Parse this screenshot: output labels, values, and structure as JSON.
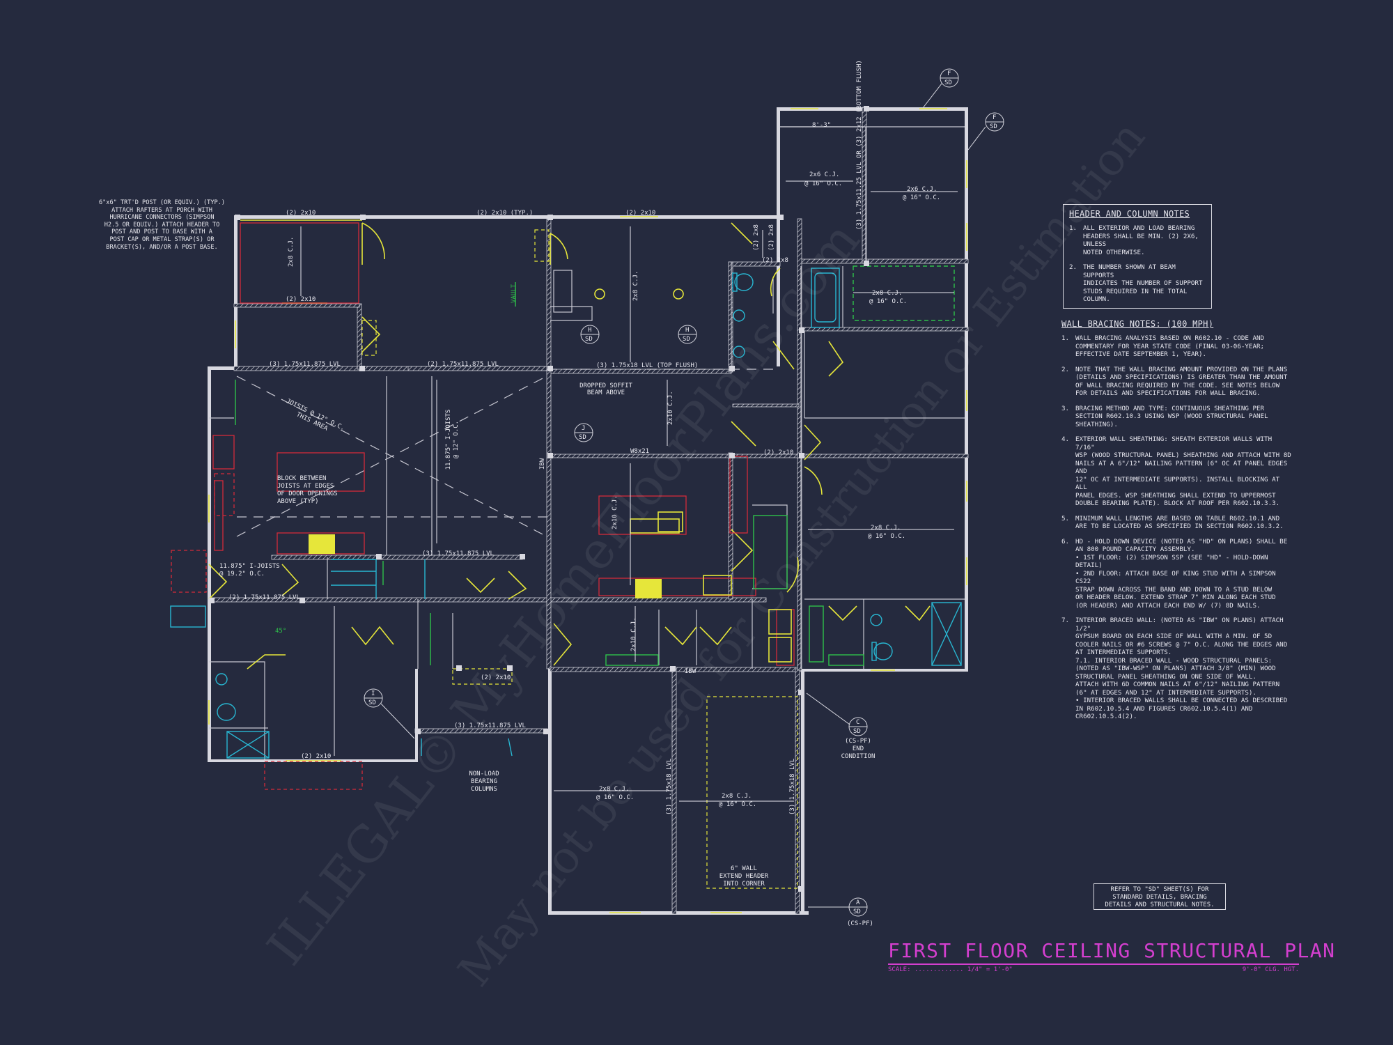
{
  "title": "FIRST FLOOR CEILING STRUCTURAL PLAN",
  "scale_label": "SCALE:",
  "scale_value": "1/4\" = 1'-0\"",
  "ceiling_height": "9'-0\" CLG. HGT.",
  "watermark": {
    "line1": "ILLEGAL© MyHomeFloorPlans.com",
    "line2": "May not be used for Construction or Estimation"
  },
  "header_notes": {
    "heading": "HEADER AND COLUMN NOTES",
    "items": [
      {
        "num": "1.",
        "text": "ALL EXTERIOR AND LOAD BEARING\nHEADERS SHALL BE MIN. (2) 2x6, UNLESS\nNOTED OTHERWISE."
      },
      {
        "num": "2.",
        "text": "THE NUMBER SHOWN AT BEAM SUPPORTS\nINDICATES THE NUMBER OF SUPPORT\nSTUDS REQUIRED IN THE TOTAL COLUMN."
      }
    ]
  },
  "bracing_notes": {
    "heading": "WALL BRACING NOTES: (100 MPH)",
    "items": [
      {
        "num": "1.",
        "text": "WALL BRACING ANALYSIS BASED ON R602.10 - CODE AND\nCOMMENTARY FOR YEAR STATE CODE (FINAL 03-06-YEAR;\nEFFECTIVE DATE SEPTEMBER 1, YEAR)."
      },
      {
        "num": "2.",
        "text": "NOTE THAT THE WALL BRACING AMOUNT PROVIDED ON THE PLANS\n(DETAILS AND SPECIFICATIONS) IS GREATER THAN THE AMOUNT\nOF WALL BRACING REQUIRED BY THE CODE. SEE NOTES BELOW\nFOR DETAILS AND SPECIFICATIONS FOR WALL BRACING."
      },
      {
        "num": "3.",
        "text": "BRACING METHOD AND TYPE: CONTINUOUS SHEATHING PER\nSECTION R602.10.3 USING WSP (WOOD STRUCTURAL PANEL\nSHEATHING)."
      },
      {
        "num": "4.",
        "text": "EXTERIOR WALL SHEATHING: SHEATH EXTERIOR WALLS WITH 7/16\"\nWSP (WOOD STRUCTURAL PANEL) SHEATHING AND ATTACH WITH 8d\nNAILS AT A 6\"/12\" NAILING PATTERN (6\" OC AT PANEL EDGES AND\n12\" OC AT INTERMEDIATE SUPPORTS). INSTALL BLOCKING AT ALL\nPANEL EDGES. WSP SHEATHING SHALL EXTEND TO UPPERMOST\nDOUBLE BEARING PLATE). BLOCK AT ROOF PER R602.10.3.3."
      },
      {
        "num": "5.",
        "text": "MINIMUM WALL LENGTHS ARE BASED ON TABLE R602.10.1 AND\nARE TO BE LOCATED AS SPECIFIED IN SECTION R602.10.3.2."
      },
      {
        "num": "6.",
        "text": "HD - HOLD DOWN DEVICE (NOTED AS \"HD\" ON PLANS) SHALL BE\nAN 800 POUND CAPACITY ASSEMBLY.\n• 1ST FLOOR: (2) SIMPSON SSP (SEE \"HD\" - HOLD-DOWN DETAIL)\n• 2ND FLOOR: ATTACH BASE OF KING STUD WITH A SIMPSON CS22\nSTRAP DOWN ACROSS THE BAND AND DOWN TO A STUD BELOW\nOR HEADER BELOW. EXTEND STRAP 7\" MIN ALONG EACH STUD\n(OR HEADER) AND ATTACH EACH END W/ (7) 8d NAILS."
      },
      {
        "num": "7.",
        "text": "INTERIOR BRACED WALL: (NOTED AS \"IBW\" ON PLANS) ATTACH 1/2\"\nGYPSUM BOARD ON EACH SIDE OF WALL WITH A MIN. OF 5d\nCOOLER NAILS OR #6 SCREWS @ 7\" O.C. ALONG THE EDGES AND\nAT INTERMEDIATE SUPPORTS.\n7.1. INTERIOR BRACED WALL - WOOD STRUCTURAL PANELS:\n(NOTED AS \"IBW-WSP\" ON PLANS) ATTACH 3/8\" (MIN) WOOD\nSTRUCTURAL PANEL SHEATHING ON ONE SIDE OF WALL.\nATTACH WITH 6d COMMON NAILS AT 6\"/12\" NAILING PATTERN\n(6\" AT EDGES AND 12\" AT INTERMEDIATE SUPPORTS).\n• INTERIOR BRACED WALLS SHALL BE CONNECTED AS DESCRIBED\nIN R602.10.5.4 AND FIGURES CR602.10.5.4(1) AND CR602.10.5.4(2)."
      }
    ]
  },
  "refer_box": "REFER TO \"SD\" SHEET(S) FOR\nSTANDARD DETAILS, BRACING\nDETAILS AND STRUCTURAL NOTES.",
  "callouts": {
    "porch_post": "6\"x6\" TRT'D POST (OR EQUIV.) (TYP.)\nATTACH RAFTERS AT PORCH WITH\nHURRICANE CONNECTORS (SIMPSON\nH2.5 OR EQUIV.) ATTACH HEADER TO\nPOST AND POST TO BASE WITH A\nPOST CAP OR METAL STRAP(S) OR\nBRACKET(S), AND/OR A POST BASE.",
    "block_between": "BLOCK BETWEEN\nJOISTS AT EDGES\nOF DOOR OPENINGS\nABOVE (TYP)",
    "joists_area": "JOISTS @ 12\" O.C.\nTHIS AREA",
    "dropped_soffit": "DROPPED SOFFIT\nBEAM ABOVE",
    "non_load": "NON-LOAD\nBEARING\nCOLUMNS",
    "wall_6": "6\" WALL\nEXTEND HEADER\nINTO CORNER",
    "end_condition": "(CS-PF)\nEND\nCONDITION",
    "cs_pf": "(CS-PF)",
    "vault": "VAULT",
    "angle": "45°",
    "dim_top": "8'-3\""
  },
  "beam_labels": {
    "top_2x10_a": "(2) 2x10",
    "top_2x10_typ": "(2) 2x10 (TYP.)",
    "top_2x10_b": "(2) 2x10",
    "porch_2x10": "(2) 2x10",
    "lvl_a": "(3) 1.75x11.875 LVL",
    "lvl_b": "(2) 1.75x11.875 LVL",
    "lvl_top_flush": "(3) 1.75x18 LVL (TOP FLUSH)",
    "lvl_stair": "(3) 1.75x11.875 LVL",
    "lvl_left": "(2) 1.75x11.875 LVL",
    "lvl_bottom": "(3) 1.75x11.875 LVL",
    "w8x21": "W8x21",
    "hdr_2x10_mid": "(2) 2x10",
    "hdr_2x10_r": "(2) 2x10",
    "hdr_2x10_low": "(2) 2x10",
    "hdr_2x10_bot": "(2) 2x10",
    "hdr_2x8_a": "(2) 2x8",
    "hdr_2x8_b": "(2) 2x8",
    "hdr_2x8_c": "(2) 2x8",
    "lvl_vertical_top": "(3) 1.75x11.25 LVL OR (3) 2x12 (BOTTOM FLUSH)",
    "lvl_vertical_garage_a": "(3) 1.75x18 LVL",
    "lvl_vertical_garage_b": "(3) 1.75x18 LVL",
    "ibw_a": "IBW",
    "ibw_b": "IBW"
  },
  "joist_labels": {
    "cj_2x8": "2x8 C.J.",
    "cj_2x6": "2x6 C.J.",
    "cj_2x10": "2x10 C.J.",
    "oc16": "@ 16\" O.C.",
    "oc12": "@ 12\" O.C.",
    "i_joist_12": "11.875\" I-JOISTS\n@ 12\" O.C.",
    "i_joist_19": "11.875\" I-JOISTS\n@ 19.2\" O.C."
  },
  "section_marks": [
    {
      "letter": "F",
      "sheet": "SD"
    },
    {
      "letter": "F",
      "sheet": "SD"
    },
    {
      "letter": "H",
      "sheet": "SD"
    },
    {
      "letter": "H",
      "sheet": "SD"
    },
    {
      "letter": "J",
      "sheet": "SD"
    },
    {
      "letter": "I",
      "sheet": "SD"
    },
    {
      "letter": "C",
      "sheet": "SD"
    },
    {
      "letter": "A",
      "sheet": "SD"
    }
  ],
  "colors": {
    "background": "#252a3e",
    "line": "#d8d8e0",
    "yellow": "#e6e63a",
    "red": "#d42a3a",
    "green": "#2ec04a",
    "cyan": "#28b7d2",
    "title": "#d43fcf"
  }
}
